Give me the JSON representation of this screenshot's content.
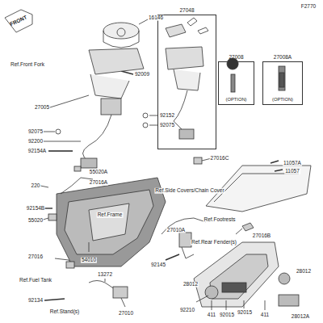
{
  "diagram": {
    "nodes": [
      {
        "text": [
          "27048"
        ]
      },
      {
        "text": [
          "27008",
          "(OPTION)"
        ]
      },
      {
        "text": [
          "27008A",
          "(OPTION)"
        ]
      }
    ],
    "labels": [
      "F2770",
      "FRONT",
      "16146",
      "Ref.Front Fork",
      "92009",
      "27005",
      "92152",
      "92075",
      "92075",
      "92200",
      "92154A",
      "27016C",
      "11057A",
      "11057",
      "220",
      "55020A",
      "27016A",
      "92154B",
      "Ref.Frame",
      "Ref.Side Covers/Chain Cover",
      "55020",
      "Ref.Footrests",
      "27016B",
      "27010A",
      "92145",
      "27016",
      "54010",
      "Ref.Rear Fender(s)",
      "28012",
      "92210",
      "Ref.Fuel Tank",
      "13272",
      "92134",
      "Ref.Stand(s)",
      "27010",
      "411",
      "92015",
      "92015",
      "411",
      "28012",
      "28012A"
    ]
  }
}
